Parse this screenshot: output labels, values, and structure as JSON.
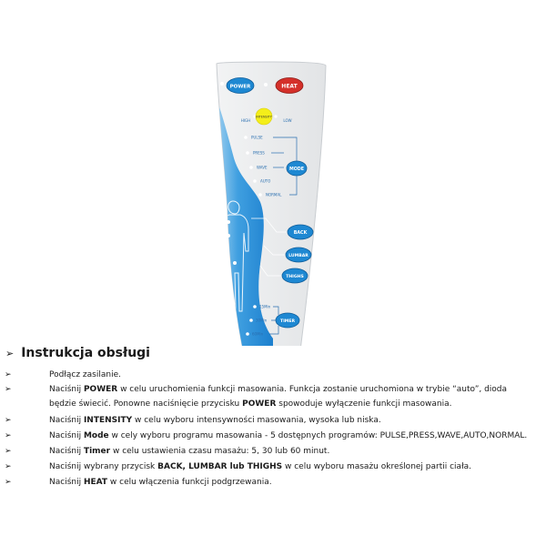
{
  "remote": {
    "buttons": {
      "power": "POWER",
      "heat": "HEAT",
      "mode": "MODE",
      "back": "BACK",
      "lumbar": "LUMBAR",
      "thighs": "THIGHS",
      "timer": "TIMER"
    },
    "intensity": {
      "high": "HIGH",
      "center": "INTENSITY",
      "low": "LOW"
    },
    "programs": [
      "PULSE",
      "PRESS",
      "WAVE",
      "AUTO",
      "NORMAL"
    ],
    "timers": [
      "15Min",
      "30Min",
      "60Min"
    ]
  },
  "instructions": {
    "heading": "Instrukcja obsługi",
    "marker": "➢",
    "bullet": "➢",
    "items": [
      {
        "parts": [
          {
            "t": "Podłącz zasilanie."
          }
        ]
      },
      {
        "parts": [
          {
            "t": "Naciśnij "
          },
          {
            "t": "POWER",
            "b": true
          },
          {
            "t": " w celu uruchomienia funkcji masowania.  Funkcja zostanie uruchomiona w trybie “auto”, dioda będzie świecić.  Ponowne naciśnięcie przycisku "
          },
          {
            "t": "POWER",
            "b": true
          },
          {
            "t": " spowoduje wyłączenie funkcji masowania."
          }
        ]
      },
      {
        "parts": [
          {
            "t": "Naciśnij "
          },
          {
            "t": "INTENSITY",
            "b": true
          },
          {
            "t": " w celu wyboru intensywności masowania, wysoka lub niska."
          }
        ]
      },
      {
        "parts": [
          {
            "t": "Naciśnij "
          },
          {
            "t": "Mode",
            "b": true
          },
          {
            "t": " w cely wyboru programu masowania - 5 dostępnych programów: PULSE,PRESS,WAVE,AUTO,NORMAL."
          }
        ]
      },
      {
        "parts": [
          {
            "t": "Naciśnij "
          },
          {
            "t": "Timer",
            "b": true
          },
          {
            "t": " w celu ustawienia czasu masażu: 5, 30 lub 60 minut."
          }
        ]
      },
      {
        "parts": [
          {
            "t": "Naciśnij wybrany przycisk  "
          },
          {
            "t": "BACK, LUMBAR lub THIGHS",
            "b": true
          },
          {
            "t": " w celu wyboru masażu określonej partii ciała."
          }
        ]
      },
      {
        "parts": [
          {
            "t": "Naciśnij "
          },
          {
            "t": "HEAT",
            "b": true
          },
          {
            "t": " w celu włączenia funkcji podgrzewania."
          }
        ]
      }
    ]
  },
  "colors": {
    "panel": "#e8eaec",
    "panel_outline": "#c9cdd1",
    "blue_band": "#2b8fd6",
    "button_blue": "#1e88d2",
    "heat_red": "#d4302a",
    "led": "#ffffff",
    "intensity_yellow": "#f4ee1a"
  }
}
